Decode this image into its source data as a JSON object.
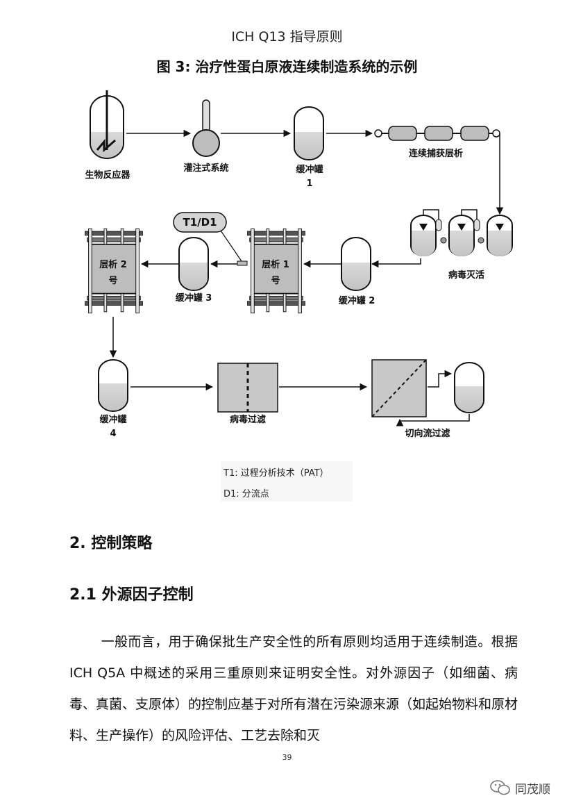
{
  "header": {
    "doc_title": "ICH Q13 指导原则"
  },
  "figure": {
    "title": "图 3:  治疗性蛋白原液连续制造系统的示例",
    "labels": {
      "bioreactor": "生物反应器",
      "perfusion": "灌注式系统",
      "surge1_a": "缓冲罐",
      "surge1_b": "1",
      "capture": "连续捕获层析",
      "viral_inact": "病毒灭活",
      "surge2": "缓冲罐 2",
      "chrom1_a": "层析 1",
      "chrom1_b": "号",
      "t1d1": "T1/D1",
      "surge3": "缓冲罐 3",
      "chrom2_a": "层析 2",
      "chrom2_b": "号",
      "surge4_a": "缓冲罐",
      "surge4_b": "4",
      "viral_filt": "病毒过滤",
      "tff": "切向流过滤"
    }
  },
  "legend": {
    "t1": "T1:  过程分析技术（PAT）",
    "d1": "D1:  分流点"
  },
  "section": {
    "heading": "2.  控制策略",
    "subheading": "2.1  外源因子控制",
    "paragraph": "一般而言，用于确保批生产安全性的所有原则均适用于连续制造。根据 ICH Q5A 中概述的采用三重原则来证明安全性。对外源因子（如细菌、病毒、真菌、支原体）的控制应基于对所有潜在污染源来源（如起始物料和原材料、生产操作）的风险评估、工艺去除和灭"
  },
  "footer": {
    "page_number": "39",
    "watermark": "同茂顺"
  }
}
